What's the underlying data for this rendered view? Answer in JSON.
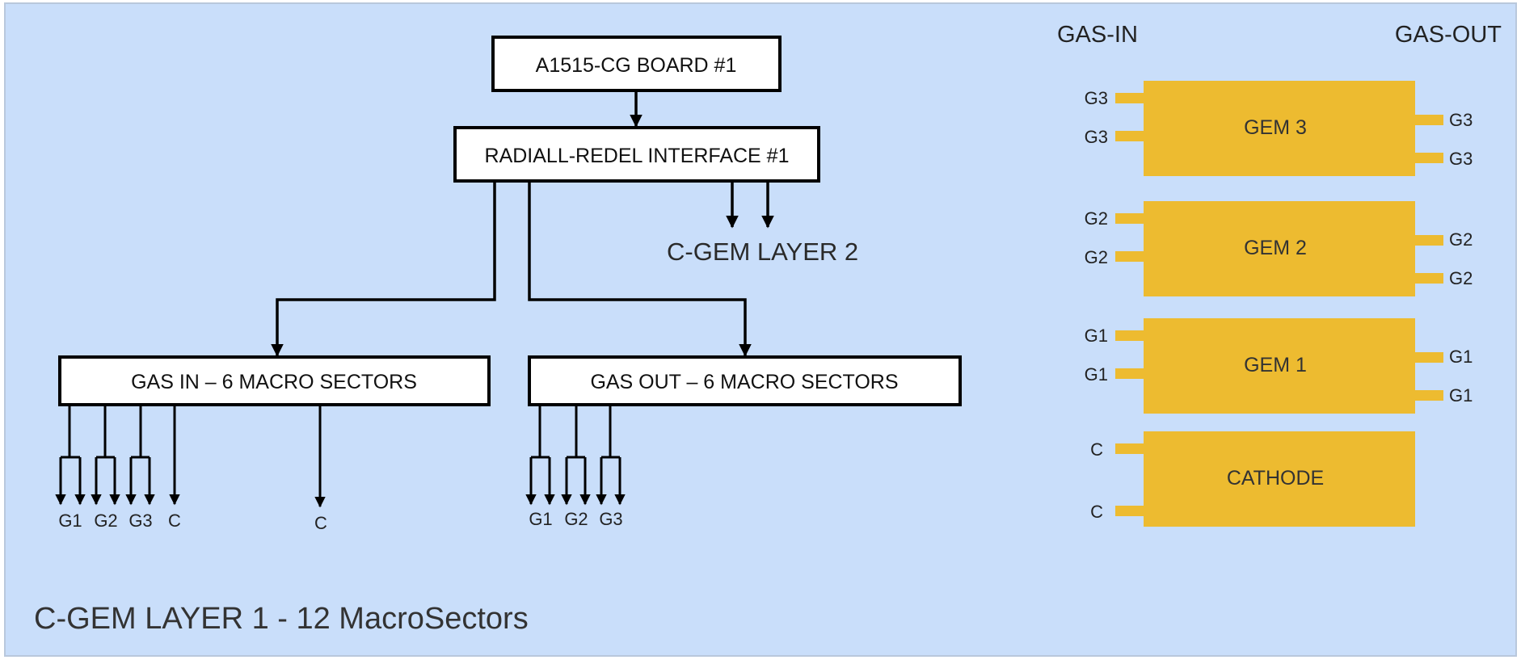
{
  "diagram": {
    "title": "C-GEM LAYER 1 - 12 MacroSectors",
    "board": "A1515-CG BOARD #1",
    "interface": "RADIALL-REDEL INTERFACE #1",
    "layer2": "C-GEM LAYER 2",
    "gas_in_box": "GAS IN – 6 MACRO SECTORS",
    "gas_out_box": "GAS OUT – 6 MACRO SECTORS",
    "gas_in_outputs": [
      "G1",
      "G2",
      "G3",
      "C"
    ],
    "gas_in_extra_output": "C",
    "gas_out_outputs": [
      "G1",
      "G2",
      "G3"
    ]
  },
  "stack": {
    "gas_in_header": "GAS-IN",
    "gas_out_header": "GAS-OUT",
    "blocks": [
      {
        "label": "GEM 3",
        "left_pins": [
          "G3",
          "G3"
        ],
        "right_pins": [
          "G3",
          "G3"
        ]
      },
      {
        "label": "GEM 2",
        "left_pins": [
          "G2",
          "G2"
        ],
        "right_pins": [
          "G2",
          "G2"
        ]
      },
      {
        "label": "GEM 1",
        "left_pins": [
          "G1",
          "G1"
        ],
        "right_pins": [
          "G1",
          "G1"
        ]
      },
      {
        "label": "CATHODE",
        "left_pins": [
          "C",
          "C"
        ],
        "right_pins": []
      }
    ]
  },
  "colors": {
    "background": "#c9defa",
    "block": "#edbb30",
    "line": "#000000"
  }
}
